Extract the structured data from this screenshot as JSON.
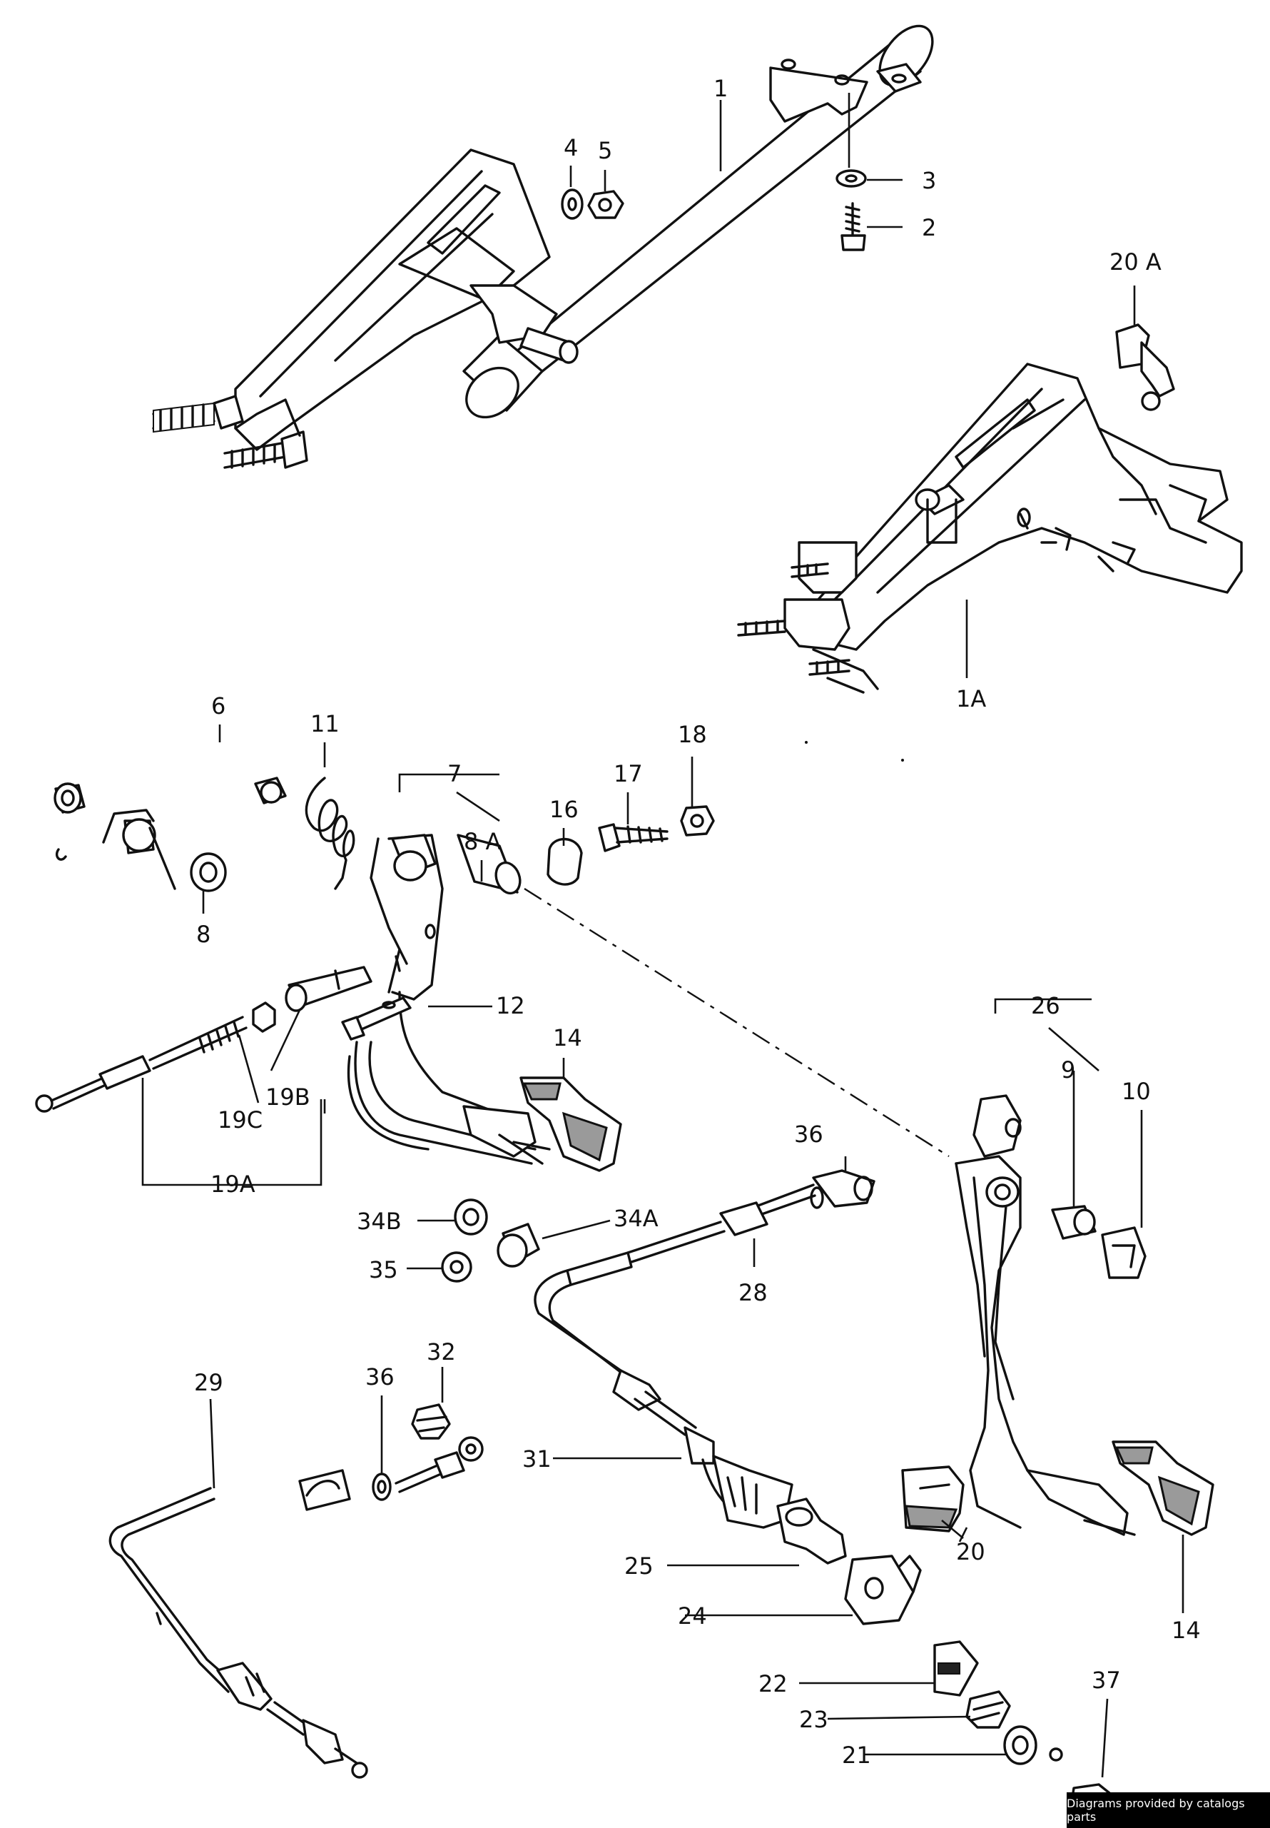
{
  "callouts": [
    "1",
    "2",
    "3",
    "4",
    "5",
    "20 A",
    "1A",
    "6",
    "11",
    "7",
    "8 A",
    "16",
    "17",
    "18",
    "8",
    "12",
    "19C",
    "19B",
    "19A",
    "14",
    "26",
    "9",
    "10",
    "36",
    "34B",
    "34A",
    "35",
    "28",
    "29",
    "36",
    "32",
    "31",
    "25",
    "24",
    "22",
    "23",
    "21",
    "37",
    "20",
    "14"
  ],
  "footer": {
    "text": "Diagrams provided by catalogs parts"
  },
  "colors": {
    "line": "#111111",
    "background": "#ffffff",
    "badge": "#000000"
  }
}
